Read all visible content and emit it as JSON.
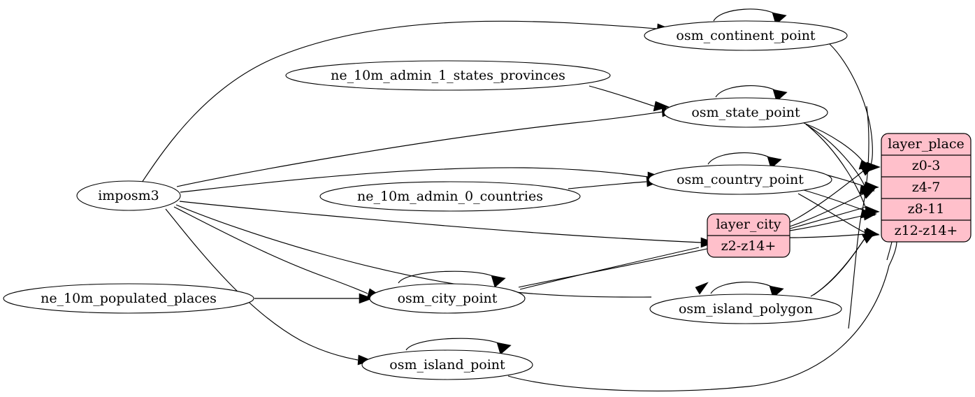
{
  "diagram": {
    "title": "osm place layers dependency graph",
    "background": "#ffffff",
    "accent_pink": "#ffc0cb",
    "edge_color": "#000000"
  },
  "nodes": {
    "imposm3": {
      "label": "imposm3",
      "shape": "ellipse"
    },
    "ne_states": {
      "label": "ne_10m_admin_1_states_provinces",
      "shape": "ellipse"
    },
    "ne_countries": {
      "label": "ne_10m_admin_0_countries",
      "shape": "ellipse"
    },
    "ne_populated": {
      "label": "ne_10m_populated_places",
      "shape": "ellipse"
    },
    "osm_continent_point": {
      "label": "osm_continent_point",
      "shape": "ellipse"
    },
    "osm_state_point": {
      "label": "osm_state_point",
      "shape": "ellipse"
    },
    "osm_country_point": {
      "label": "osm_country_point",
      "shape": "ellipse"
    },
    "osm_city_point": {
      "label": "osm_city_point",
      "shape": "ellipse"
    },
    "osm_island_point": {
      "label": "osm_island_point",
      "shape": "ellipse"
    },
    "osm_island_polygon": {
      "label": "osm_island_polygon",
      "shape": "ellipse"
    }
  },
  "records": {
    "layer_place": {
      "title": "layer_place",
      "rows": [
        "z0-3",
        "z4-7",
        "z8-11",
        "z12-z14+"
      ],
      "fill": "#ffc0cb"
    },
    "layer_city": {
      "title": "layer_city",
      "rows": [
        "z2-z14+"
      ],
      "fill": "#ffc0cb"
    }
  },
  "edges": [
    {
      "from": "imposm3",
      "to": "osm_continent_point"
    },
    {
      "from": "imposm3",
      "to": "osm_state_point"
    },
    {
      "from": "imposm3",
      "to": "osm_country_point"
    },
    {
      "from": "imposm3",
      "to": "layer_city"
    },
    {
      "from": "imposm3",
      "to": "osm_city_point"
    },
    {
      "from": "imposm3",
      "to": "osm_island_point"
    },
    {
      "from": "ne_states",
      "to": "osm_state_point"
    },
    {
      "from": "ne_countries",
      "to": "osm_country_point"
    },
    {
      "from": "ne_populated",
      "to": "osm_city_point"
    },
    {
      "from": "osm_continent_point",
      "to": "osm_continent_point"
    },
    {
      "from": "osm_state_point",
      "to": "osm_state_point"
    },
    {
      "from": "osm_country_point",
      "to": "osm_country_point"
    },
    {
      "from": "osm_city_point",
      "to": "osm_city_point"
    },
    {
      "from": "osm_island_point",
      "to": "osm_island_point"
    },
    {
      "from": "osm_island_polygon",
      "to": "osm_island_polygon"
    },
    {
      "from": "osm_continent_point",
      "to": "layer_place"
    },
    {
      "from": "osm_state_point",
      "to": "layer_place"
    },
    {
      "from": "osm_country_point",
      "to": "layer_place"
    },
    {
      "from": "osm_island_polygon",
      "to": "layer_place"
    },
    {
      "from": "osm_island_point",
      "to": "layer_place"
    },
    {
      "from": "layer_city",
      "to": "layer_place"
    },
    {
      "from": "osm_city_point",
      "to": "layer_city"
    },
    {
      "from": "imposm3",
      "to": "osm_island_polygon"
    }
  ]
}
